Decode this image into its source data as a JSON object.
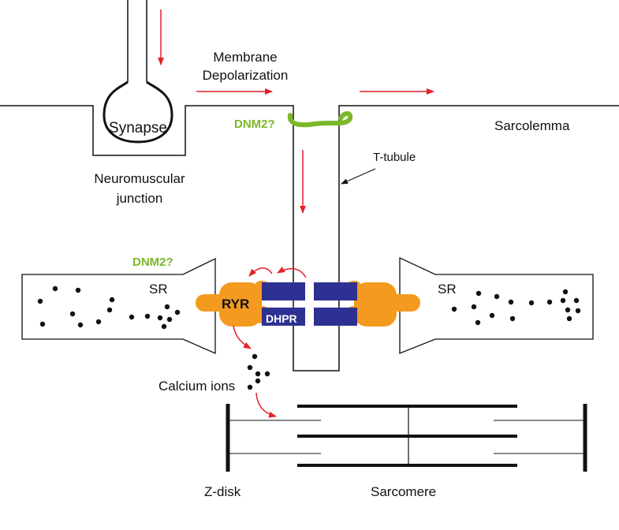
{
  "labels": {
    "membrane_line1": "Membrane",
    "membrane_line2": "Depolarization",
    "synapse": "Synapse",
    "dnm2_top": "DNM2?",
    "sarcolemma": "Sarcolemma",
    "t_tubule": "T-tubule",
    "nmj_line1": "Neuromuscular",
    "nmj_line2": "junction",
    "dnm2_mid": "DNM2?",
    "sr_left": "SR",
    "sr_right": "SR",
    "ryr": "RYR",
    "dhpr": "DHPR",
    "calcium_ions": "Calcium ions",
    "z_disk": "Z-disk",
    "sarcomere": "Sarcomere"
  },
  "colors": {
    "arrow": "#e3232a",
    "dnm2": "#7ab829",
    "ryr": "#f39a1f",
    "dhpr": "#2e3191",
    "line": "#111111"
  }
}
